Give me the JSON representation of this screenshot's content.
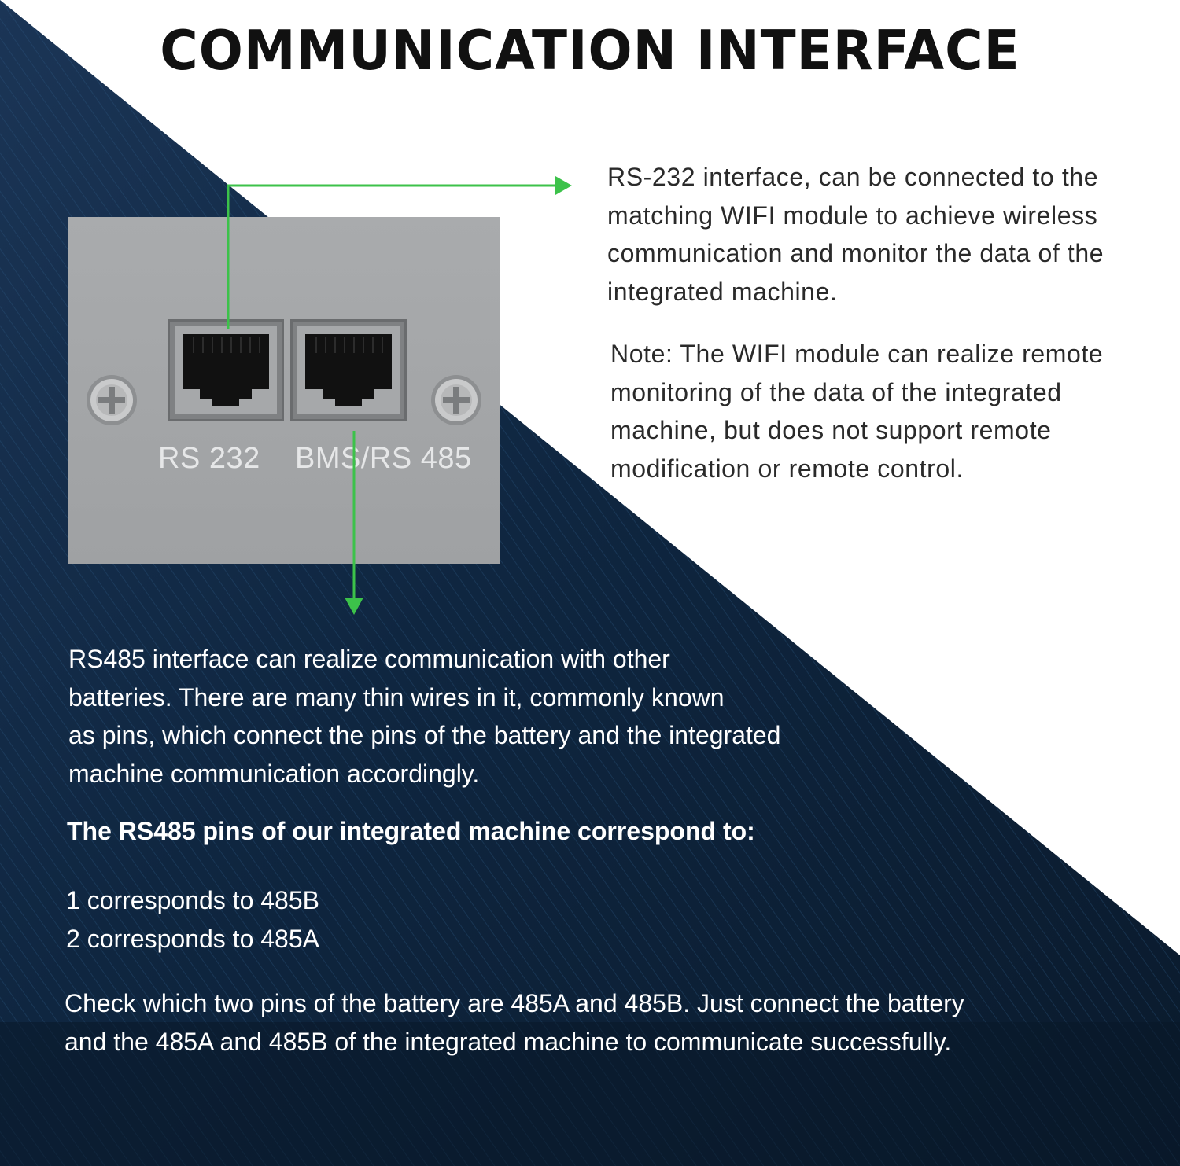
{
  "title": "COMMUNICATION INTERFACE",
  "panel": {
    "port_left_label": "RS 232",
    "port_right_label": "BMS/RS 485"
  },
  "rs232_text": [
    "RS-232 interface, can be connected to the",
    "matching WIFI module to achieve wireless",
    "communication and monitor the data of the",
    "integrated machine."
  ],
  "note_text": [
    "Note: The WIFI module can realize remote",
    "monitoring of the data of the integrated",
    "machine, but does not support remote",
    "modification or remote control."
  ],
  "rs485_text": [
    "RS485 interface can realize communication with other",
    "batteries. There are many thin wires in it, commonly known",
    "as pins, which connect the pins of the battery and the integrated",
    "machine communication accordingly."
  ],
  "pins_heading": "The RS485 pins of our integrated machine correspond to:",
  "pin_list": [
    "1 corresponds to 485B",
    "2 corresponds to 485A"
  ],
  "check_text": [
    "Check which two pins of the battery are 485A and 485B. Just connect the battery",
    "and the 485A and 485B of the integrated machine to communicate successfully."
  ],
  "colors": {
    "arrow": "#3cc24a",
    "dark_navy": "#0d1f33",
    "panel_gray": "#a5a7a9"
  }
}
